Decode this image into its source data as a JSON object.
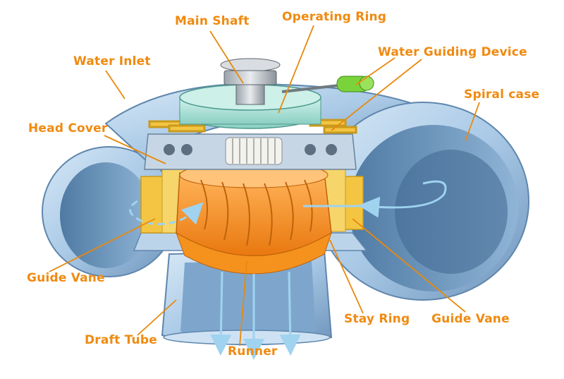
{
  "labels": {
    "main_shaft": "Main Shaft",
    "operating_ring": "Operating Ring",
    "water_inlet": "Water Inlet",
    "water_guiding_device": "Water Guiding Device",
    "spiral_case": "Spiral case",
    "head_cover": "Head Cover",
    "guide_vane_left": "Guide Vane",
    "guide_vane_right": "Guide Vane",
    "stay_ring": "Stay Ring",
    "draft_tube": "Draft Tube",
    "runner": "Runner"
  },
  "colors": {
    "label_text": "#f08a10",
    "leader_line": "#e8890c",
    "casing_blue": "#a9c9e6",
    "casing_dark": "#5f86ad",
    "runner_orange": "#f5921e",
    "guide_vane_yellow": "#f4c542",
    "operating_ring_teal": "#a8e2d8",
    "flow_arrow": "#9fd3f0",
    "actuator_green": "#7ad33a"
  }
}
